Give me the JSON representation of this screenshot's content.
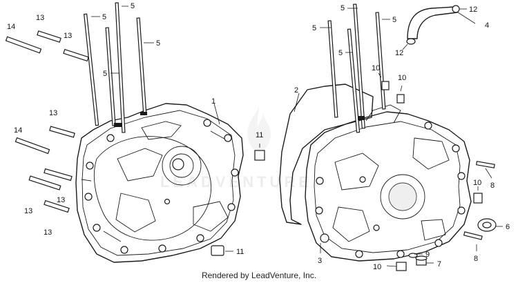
{
  "watermark": {
    "text": "LEADVENTURE"
  },
  "credit": {
    "text": "Rendered by LeadVenture, Inc."
  },
  "callouts": {
    "c1": "1",
    "c2": "2",
    "c3": "3",
    "c4": "4",
    "c5a": "5",
    "c5b": "5",
    "c5c": "5",
    "c5d": "5",
    "c5e": "5",
    "c5f": "5",
    "c5g": "5",
    "c5h": "5",
    "c6": "6",
    "c7": "7",
    "c8a": "8",
    "c8b": "8",
    "c9": "9",
    "c10a": "10",
    "c10b": "10",
    "c10c": "10",
    "c10d": "10",
    "c11a": "11",
    "c11b": "11",
    "c12a": "12",
    "c12b": "12",
    "c13a": "13",
    "c13b": "13",
    "c13c": "13",
    "c13d": "13",
    "c13e": "13",
    "c13f": "13",
    "c14a": "14",
    "c14b": "14"
  }
}
